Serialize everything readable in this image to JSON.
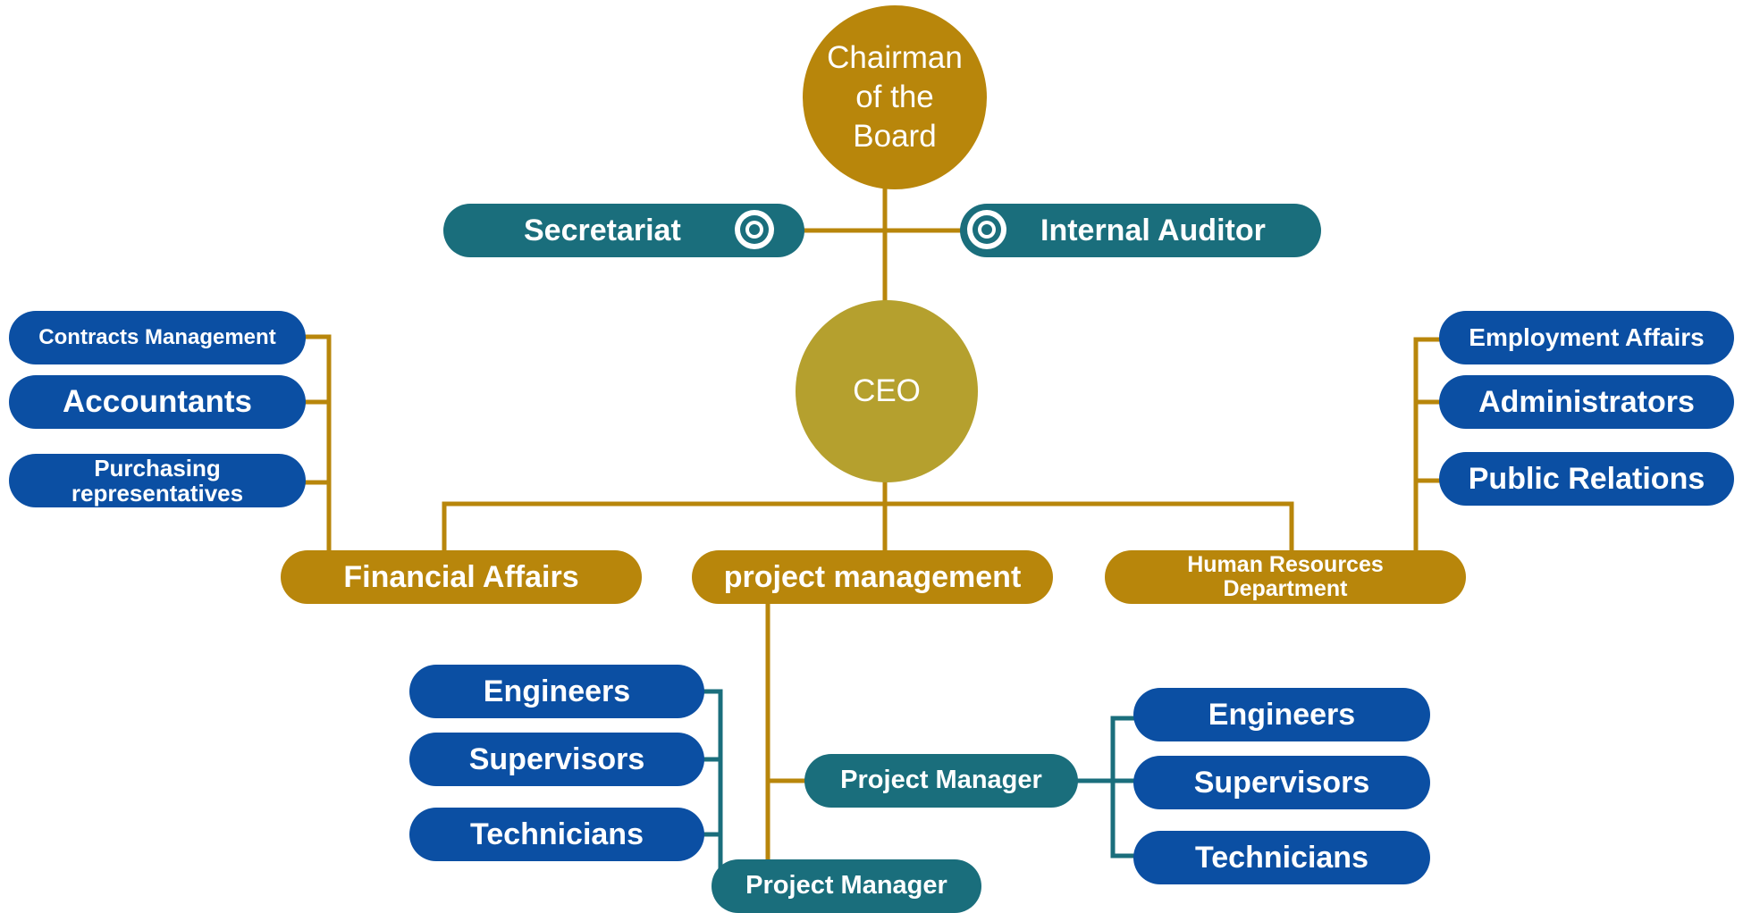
{
  "colors": {
    "gold": "#b8860b",
    "olive": "#b5a02e",
    "teal": "#1a6e7c",
    "blue": "#0b4fa3",
    "connector_gold": "#b8860b",
    "connector_teal": "#1a6e7c"
  },
  "chairman": {
    "label": "Chairman\nof the\nBoard"
  },
  "ceo": {
    "label": "CEO"
  },
  "secretariat": {
    "label": "Secretariat",
    "icon": "target-icon"
  },
  "internal_auditor": {
    "label": "Internal Auditor",
    "icon": "target-icon"
  },
  "departments": {
    "financial": {
      "label": "Financial Affairs"
    },
    "project": {
      "label": "project management"
    },
    "hr": {
      "label": "Human Resources\nDepartment"
    }
  },
  "financial_units": [
    {
      "label": "Contracts Management"
    },
    {
      "label": "Accountants"
    },
    {
      "label": "Purchasing\nrepresentatives"
    }
  ],
  "hr_units": [
    {
      "label": "Employment Affairs"
    },
    {
      "label": "Administrators"
    },
    {
      "label": "Public Relations"
    }
  ],
  "project_managers": [
    {
      "label": "Project Manager"
    },
    {
      "label": "Project Manager"
    }
  ],
  "team_left": [
    {
      "label": "Engineers"
    },
    {
      "label": "Supervisors"
    },
    {
      "label": "Technicians"
    }
  ],
  "team_right": [
    {
      "label": "Engineers"
    },
    {
      "label": "Supervisors"
    },
    {
      "label": "Technicians"
    }
  ]
}
